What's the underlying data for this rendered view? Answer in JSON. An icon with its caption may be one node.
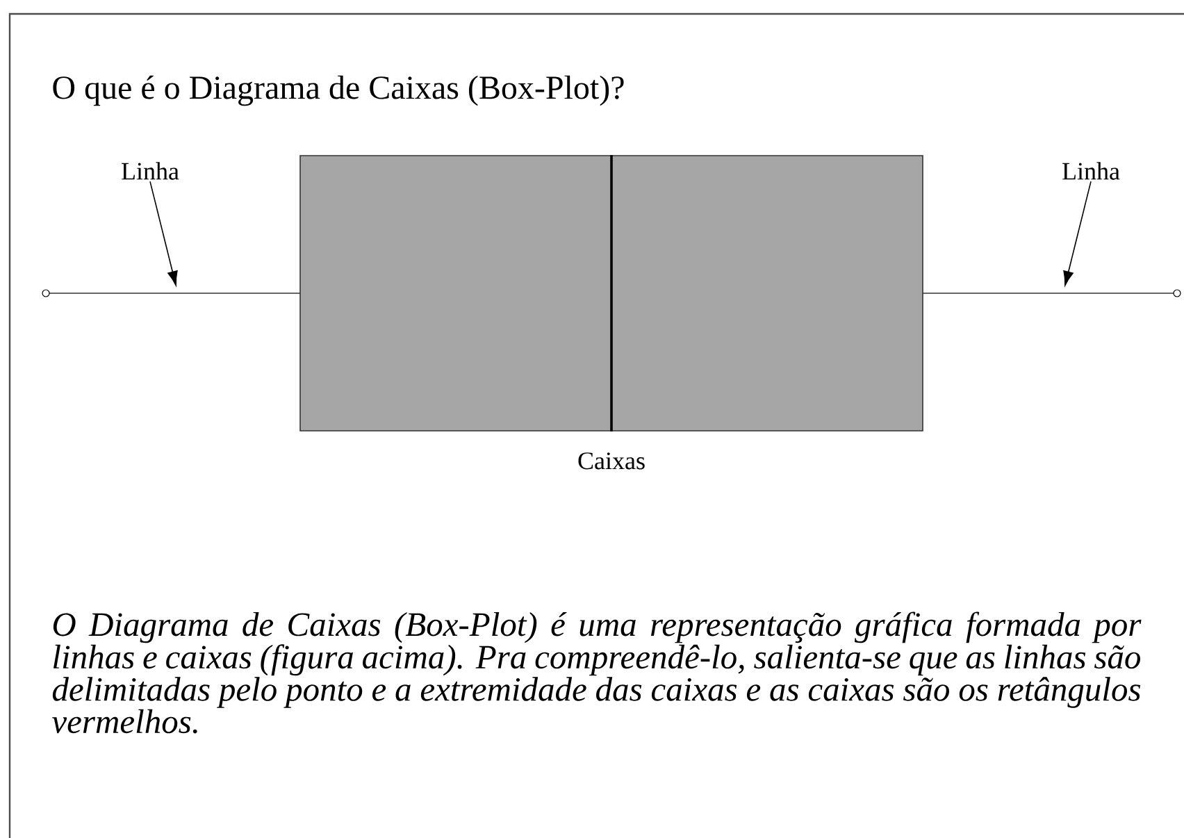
{
  "diagram": {
    "title": "O que é o Diagrama de Caixas (Box-Plot)?",
    "caption": "O Diagrama de Caixas (Box-Plot) é uma representação gráfica formada por linhas e caixas (figura acima). Pra compreendê-lo, salienta-se que as linhas são delimitadas pelo ponto e a extremidade das caixas e as caixas são os retângulos vermelhos.",
    "nodes": [
      {
        "text": [
          "Linha"
        ]
      },
      {
        "text": [],
        "shape": "box",
        "beside": [
          "Caixas"
        ]
      },
      {
        "text": [
          "Linha"
        ]
      }
    ],
    "edges": [
      {
        "from": 0,
        "to": null,
        "arrow": "to"
      },
      {
        "from": 2,
        "to": null,
        "arrow": "to"
      }
    ]
  }
}
